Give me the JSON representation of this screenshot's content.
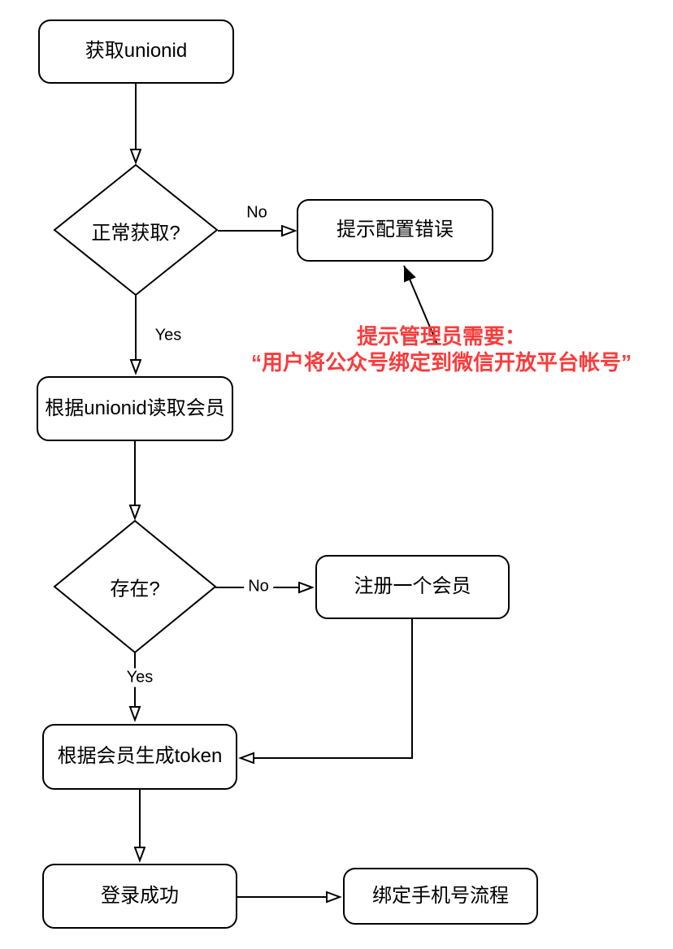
{
  "flowchart": {
    "nodes": {
      "get_unionid": {
        "label": "获取unionid",
        "type": "process"
      },
      "normal_fetch": {
        "label": "正常获取?",
        "type": "decision"
      },
      "config_error": {
        "label": "提示配置错误",
        "type": "process"
      },
      "read_member": {
        "label": "根据unionid读取会员",
        "type": "process"
      },
      "exists": {
        "label": "存在?",
        "type": "decision"
      },
      "register_member": {
        "label": "注册一个会员",
        "type": "process"
      },
      "generate_token": {
        "label": "根据会员生成token",
        "type": "process"
      },
      "login_success": {
        "label": "登录成功",
        "type": "process"
      },
      "bind_phone": {
        "label": "绑定手机号流程",
        "type": "process"
      }
    },
    "edge_labels": {
      "normal_fetch_no": "No",
      "normal_fetch_yes": "Yes",
      "exists_no": "No",
      "exists_yes": "Yes"
    },
    "annotation": {
      "line1": "提示管理员需要：",
      "line2": "“用户将公众号绑定到微信开放平台帐号”"
    },
    "colors": {
      "stroke": "#000000",
      "node_fill": "#FFFFFF",
      "annotation_red": "#FB3B3B"
    }
  }
}
